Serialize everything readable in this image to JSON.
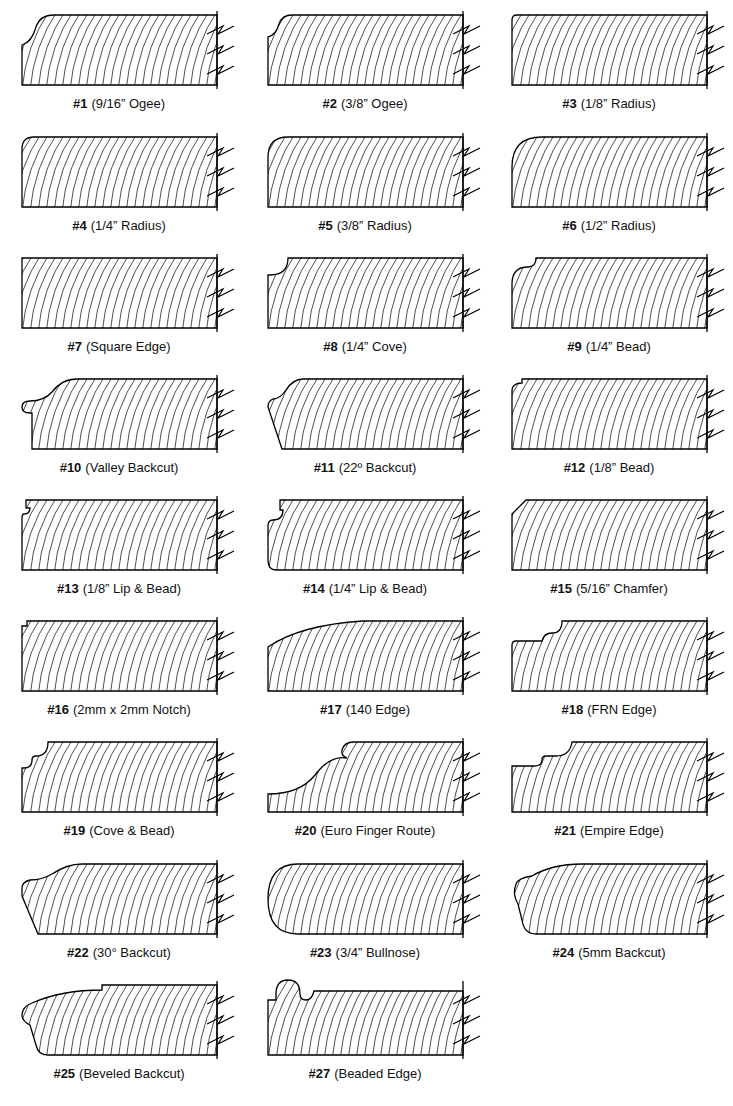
{
  "diagram": {
    "labels": [
      "#1",
      "(9/16” Ogee)",
      "#2",
      "(3/8” Ogee)",
      "#3",
      "(1/8” Radius)",
      "#4",
      "(1/4” Radius)",
      "#5",
      "(3/8” Radius)",
      "#6",
      "(1/2” Radius)",
      "#7",
      "(Square Edge)",
      "#8",
      "(1/4” Cove)",
      "#9",
      "(1/4” Bead)",
      "#10",
      "(Valley Backcut)",
      "#11",
      "(22º Backcut)",
      "#12",
      "(1/8” Bead)",
      "#13",
      "(1/8” Lip & Bead)",
      "#14",
      "(1/4” Lip & Bead)",
      "#15",
      "(5/16” Chamfer)",
      "#16",
      "(2mm x 2mm Notch)",
      "#17",
      "(140 Edge)",
      "#18",
      "(FRN Edge)",
      "#19",
      "(Cove & Bead)",
      "#20",
      "(Euro Finger Route)",
      "#21",
      "(Empire Edge)",
      "#22",
      "(30° Backcut)",
      "#23",
      "(3/4” Bullnose)",
      "#24",
      "(5mm Backcut)",
      "#25",
      "(Beveled Backcut)",
      "#27",
      "(Beaded Edge)"
    ]
  }
}
